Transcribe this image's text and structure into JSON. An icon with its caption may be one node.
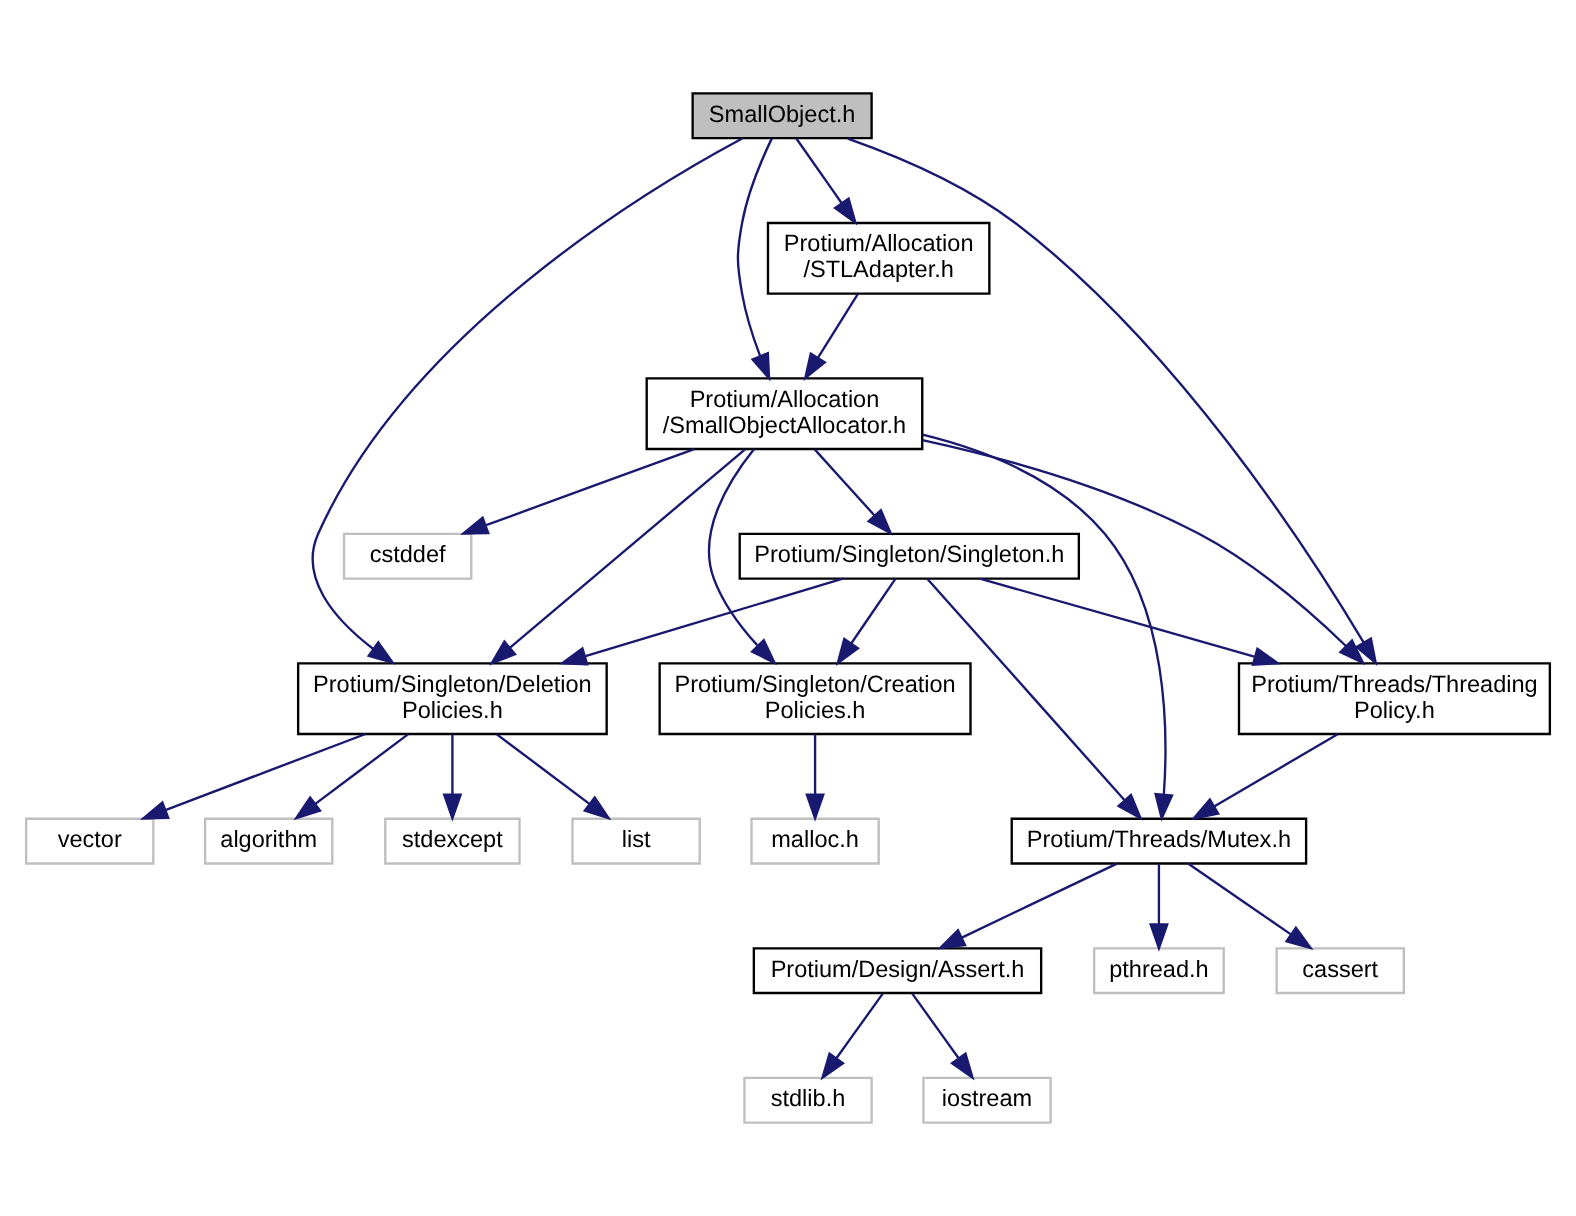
{
  "diagram": {
    "nodes": [
      {
        "text": [
          "SmallObject.h"
        ]
      },
      {
        "text": [
          "Protium/Allocation /STLAdapter.h"
        ]
      },
      {
        "text": [
          "Protium/Allocation /SmallObjectAllocator.h"
        ]
      },
      {
        "text": [
          "cstddef"
        ]
      },
      {
        "text": [
          "Protium/Singleton/Singleton.h"
        ]
      },
      {
        "text": [
          "Protium/Singleton/Deletion Policies.h"
        ]
      },
      {
        "text": [
          "Protium/Singleton/Creation Policies.h"
        ]
      },
      {
        "text": [
          "Protium/Threads/Threading Policy.h"
        ]
      },
      {
        "text": [
          "vector"
        ]
      },
      {
        "text": [
          "algorithm"
        ]
      },
      {
        "text": [
          "stdexcept"
        ]
      },
      {
        "text": [
          "list"
        ]
      },
      {
        "text": [
          "malloc.h"
        ]
      },
      {
        "text": [
          "Protium/Threads/Mutex.h"
        ]
      },
      {
        "text": [
          "Protium/Design/Assert.h"
        ]
      },
      {
        "text": [
          "pthread.h"
        ]
      },
      {
        "text": [
          "cassert"
        ]
      },
      {
        "text": [
          "stdlib.h"
        ]
      },
      {
        "text": [
          "iostream"
        ]
      }
    ],
    "edges": [
      {
        "from": 0,
        "to": 1,
        "arrow": "to"
      },
      {
        "from": 0,
        "to": 2,
        "arrow": "to"
      },
      {
        "from": 0,
        "to": 5,
        "arrow": "to"
      },
      {
        "from": 0,
        "to": 7,
        "arrow": "to"
      },
      {
        "from": 1,
        "to": 2,
        "arrow": "to"
      },
      {
        "from": 2,
        "to": 5,
        "arrow": "to"
      },
      {
        "from": 2,
        "to": 6,
        "arrow": "to"
      },
      {
        "from": 2,
        "to": 3,
        "arrow": "to"
      },
      {
        "from": 2,
        "to": 4,
        "arrow": "to"
      },
      {
        "from": 2,
        "to": 7,
        "arrow": "to"
      },
      {
        "from": 2,
        "to": 13,
        "arrow": "to"
      },
      {
        "from": 4,
        "to": 5,
        "arrow": "to"
      },
      {
        "from": 4,
        "to": 6,
        "arrow": "to"
      },
      {
        "from": 4,
        "to": 7,
        "arrow": "to"
      },
      {
        "from": 4,
        "to": 13,
        "arrow": "to"
      },
      {
        "from": 5,
        "to": 8,
        "arrow": "to"
      },
      {
        "from": 5,
        "to": 9,
        "arrow": "to"
      },
      {
        "from": 5,
        "to": 10,
        "arrow": "to"
      },
      {
        "from": 5,
        "to": 11,
        "arrow": "to"
      },
      {
        "from": 6,
        "to": 12,
        "arrow": "to"
      },
      {
        "from": 7,
        "to": 13,
        "arrow": "to"
      },
      {
        "from": 13,
        "to": 14,
        "arrow": "to"
      },
      {
        "from": 13,
        "to": 15,
        "arrow": "to"
      },
      {
        "from": 13,
        "to": 16,
        "arrow": "to"
      },
      {
        "from": 14,
        "to": 17,
        "arrow": "to"
      },
      {
        "from": 14,
        "to": 18,
        "arrow": "to"
      }
    ]
  }
}
